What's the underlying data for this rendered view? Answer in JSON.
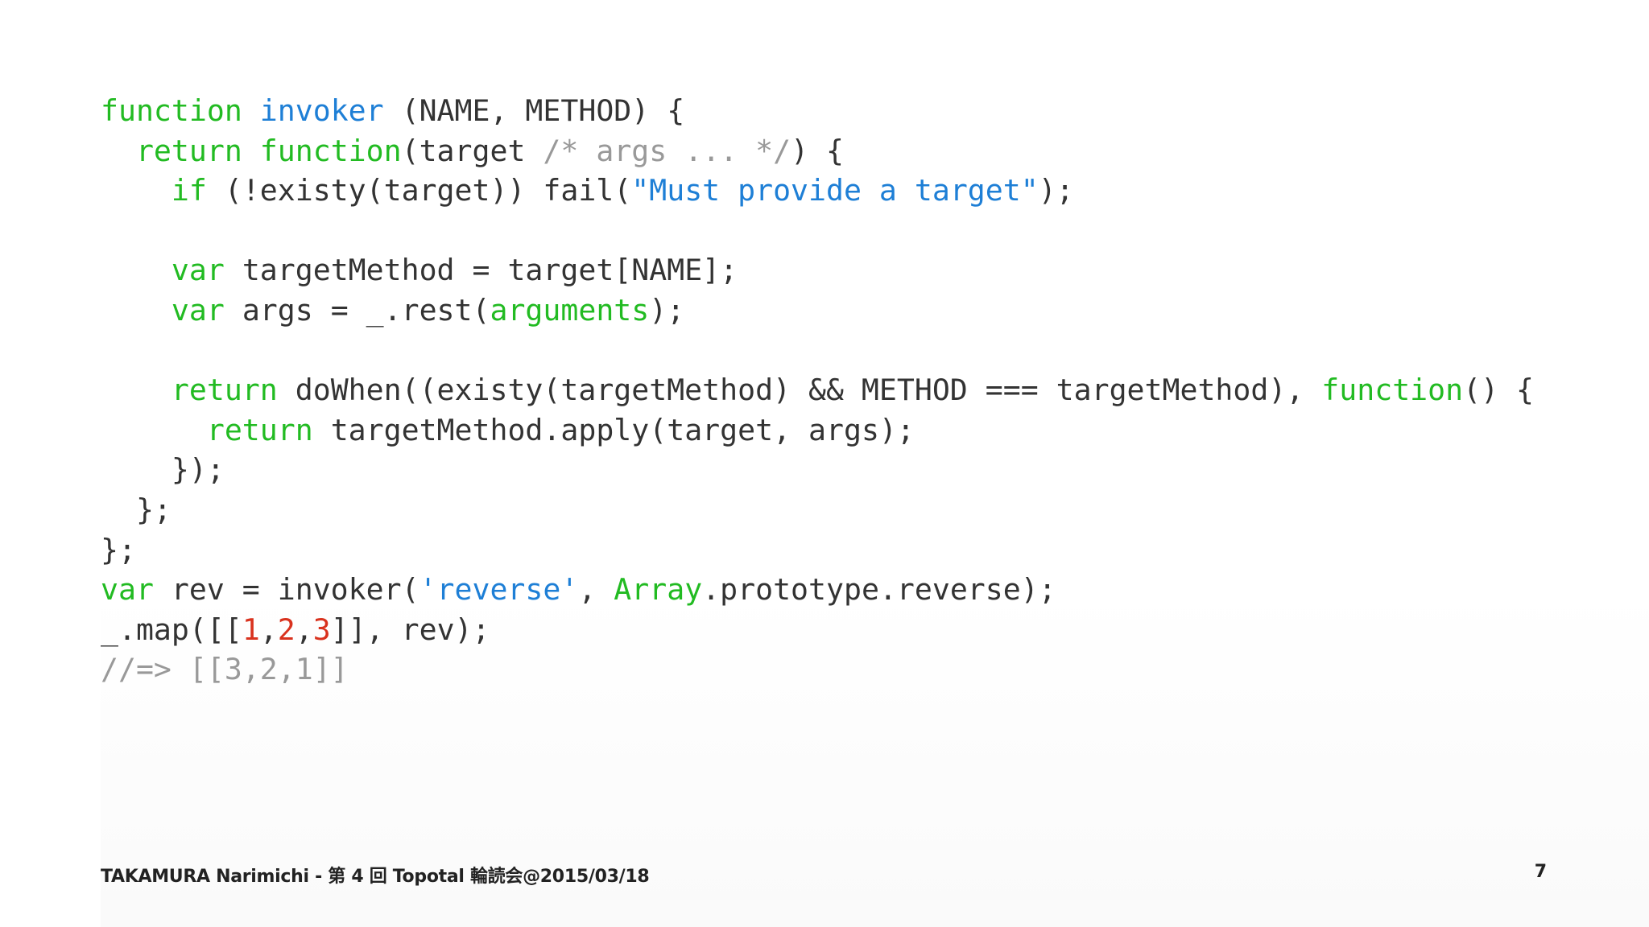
{
  "code_lines": [
    [
      {
        "t": "function",
        "c": "kw"
      },
      {
        "t": " ",
        "c": "plain"
      },
      {
        "t": "invoker",
        "c": "fn"
      },
      {
        "t": " (NAME, METHOD) {",
        "c": "plain"
      }
    ],
    [
      {
        "t": "  ",
        "c": "plain"
      },
      {
        "t": "return",
        "c": "kw"
      },
      {
        "t": " ",
        "c": "plain"
      },
      {
        "t": "function",
        "c": "kw"
      },
      {
        "t": "(target ",
        "c": "plain"
      },
      {
        "t": "/* args ... */",
        "c": "cmt"
      },
      {
        "t": ") {",
        "c": "plain"
      }
    ],
    [
      {
        "t": "    ",
        "c": "plain"
      },
      {
        "t": "if",
        "c": "kw"
      },
      {
        "t": " (!existy(target)) fail(",
        "c": "plain"
      },
      {
        "t": "\"Must provide a target\"",
        "c": "str"
      },
      {
        "t": ");",
        "c": "plain"
      }
    ],
    [],
    [
      {
        "t": "    ",
        "c": "plain"
      },
      {
        "t": "var",
        "c": "kw"
      },
      {
        "t": " targetMethod = target[NAME];",
        "c": "plain"
      }
    ],
    [
      {
        "t": "    ",
        "c": "plain"
      },
      {
        "t": "var",
        "c": "kw"
      },
      {
        "t": " args = _.rest(",
        "c": "plain"
      },
      {
        "t": "arguments",
        "c": "kw"
      },
      {
        "t": ");",
        "c": "plain"
      }
    ],
    [],
    [
      {
        "t": "    ",
        "c": "plain"
      },
      {
        "t": "return",
        "c": "kw"
      },
      {
        "t": " doWhen((existy(targetMethod) && METHOD === targetMethod), ",
        "c": "plain"
      },
      {
        "t": "function",
        "c": "kw"
      },
      {
        "t": "() {",
        "c": "plain"
      }
    ],
    [
      {
        "t": "      ",
        "c": "plain"
      },
      {
        "t": "return",
        "c": "kw"
      },
      {
        "t": " targetMethod.apply(target, args);",
        "c": "plain"
      }
    ],
    [
      {
        "t": "    });",
        "c": "plain"
      }
    ],
    [
      {
        "t": "  };",
        "c": "plain"
      }
    ],
    [
      {
        "t": "};",
        "c": "plain"
      }
    ],
    [
      {
        "t": "var",
        "c": "kw"
      },
      {
        "t": " rev = invoker(",
        "c": "plain"
      },
      {
        "t": "'reverse'",
        "c": "str"
      },
      {
        "t": ", ",
        "c": "plain"
      },
      {
        "t": "Array",
        "c": "kw"
      },
      {
        "t": ".prototype.reverse);",
        "c": "plain"
      }
    ],
    [
      {
        "t": "_.map([[",
        "c": "plain"
      },
      {
        "t": "1",
        "c": "num"
      },
      {
        "t": ",",
        "c": "plain"
      },
      {
        "t": "2",
        "c": "num"
      },
      {
        "t": ",",
        "c": "plain"
      },
      {
        "t": "3",
        "c": "num"
      },
      {
        "t": "]], rev);",
        "c": "plain"
      }
    ],
    [
      {
        "t": "//=> [[3,2,1]]",
        "c": "cmt"
      }
    ]
  ],
  "footer": {
    "left": "TAKAMURA Narimichi - 第 4 回 Topotal 輪読会@2015/03/18",
    "right": "7"
  },
  "colors": {
    "keyword": "#22bb22",
    "function_name": "#1e7fd6",
    "string": "#1e7fd6",
    "comment": "#999999",
    "number": "#d9321e",
    "plain": "#333333"
  }
}
